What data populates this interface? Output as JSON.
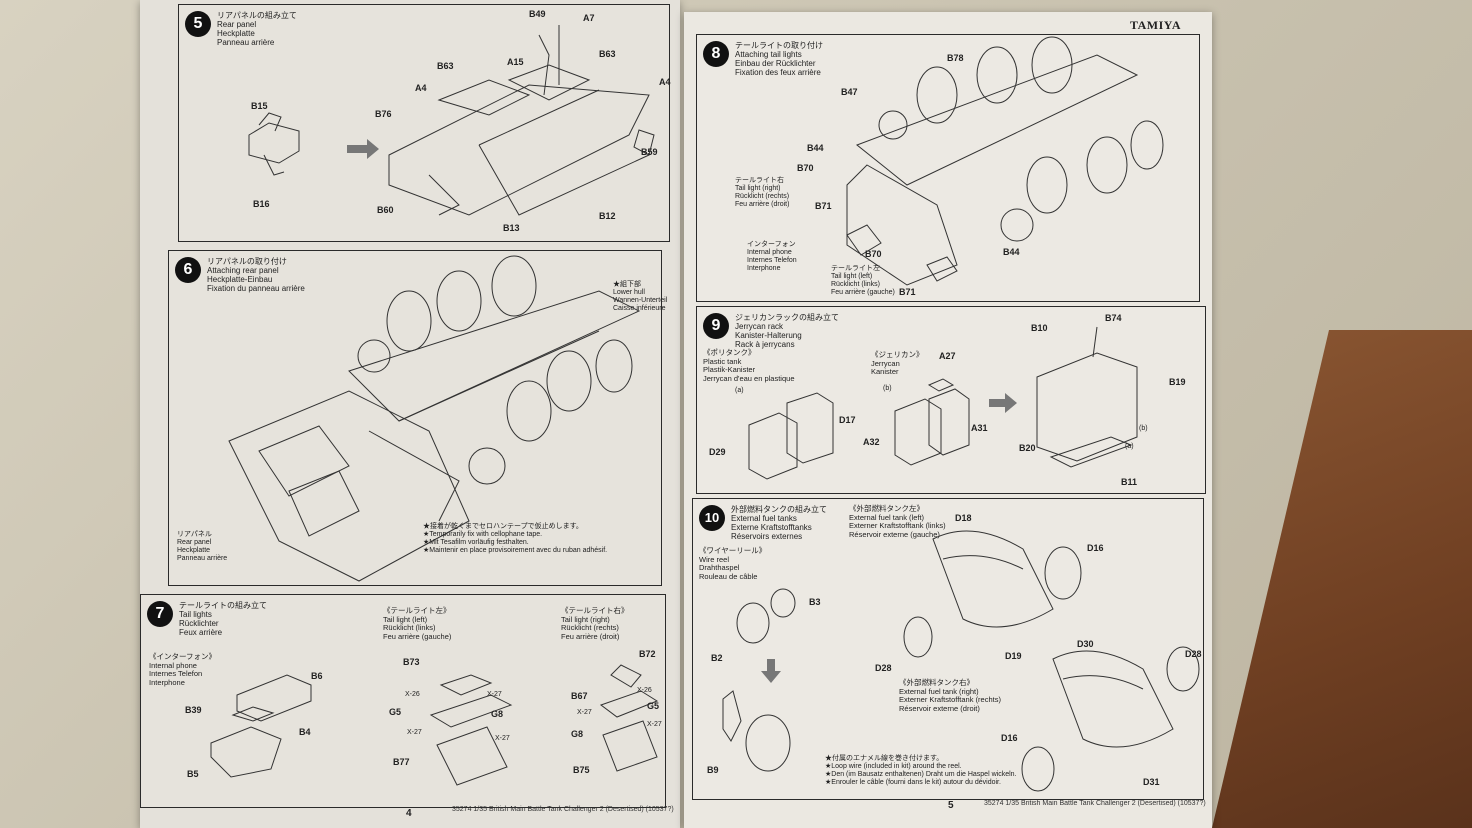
{
  "brand": "TAMIYA",
  "left_page": {
    "page_number": "4",
    "footer": "35274   1/35 British Main Battle Tank Challenger 2 (Desertised)  (10537?)",
    "steps": [
      {
        "number": "5",
        "title": [
          "リアパネルの組み立て",
          "Rear panel",
          "Heckplatte",
          "Panneau arrière"
        ],
        "parts": [
          "B49",
          "A7",
          "B63",
          "A15",
          "B63",
          "A4",
          "A4",
          "B15",
          "B76",
          "B59",
          "B16",
          "B60",
          "B13",
          "B12"
        ]
      },
      {
        "number": "6",
        "title": [
          "リアパネルの取り付け",
          "Attaching rear panel",
          "Heckplatte-Einbau",
          "Fixation du panneau arrière"
        ],
        "callout": [
          "★組下部",
          "Lower hull",
          "Wannen-Unterteil",
          "Caisse inférieure"
        ],
        "label_rear": [
          "リアパネル",
          "Rear panel",
          "Heckplatte",
          "Panneau arrière"
        ],
        "notes": [
          "★接着が乾くまでセロハンテープで仮止めします。",
          "★Temporarily fix with cellophane tape.",
          "★Mit Tesafilm vorläufig festhalten.",
          "★Maintenir en place provisoirement avec du ruban adhésif."
        ]
      },
      {
        "number": "7",
        "title": [
          "テールライトの組み立て",
          "Tail lights",
          "Rücklichter",
          "Feux arrière"
        ],
        "group_interphone": [
          "《インターフォン》",
          "Internal phone",
          "Internes Telefon",
          "Interphone"
        ],
        "group_left": [
          "《テールライト左》",
          "Tail light (left)",
          "Rücklicht (links)",
          "Feu arrière (gauche)"
        ],
        "group_right": [
          "《テールライト右》",
          "Tail light (right)",
          "Rücklicht (rechts)",
          "Feu arrière (droit)"
        ],
        "parts": [
          "B6",
          "B39",
          "B4",
          "B5",
          "B73",
          "X-26",
          "X-27",
          "G5",
          "G8",
          "X-27",
          "X-27",
          "B77",
          "B72",
          "B67",
          "X-27",
          "X-26",
          "G5",
          "G8",
          "X-27",
          "B75"
        ]
      }
    ]
  },
  "right_page": {
    "page_number": "5",
    "footer": "35274   1/35 British Main Battle Tank Challenger 2 (Desertised)  (10537?)",
    "steps": [
      {
        "number": "8",
        "title": [
          "テールライトの取り付け",
          "Attaching tail lights",
          "Einbau der Rücklichter",
          "Fixation des feux arrière"
        ],
        "label_right": [
          "テールライト右",
          "Tail light (right)",
          "Rücklicht (rechts)",
          "Feu arrière (droit)"
        ],
        "label_phone": [
          "インターフォン",
          "Internal phone",
          "Internes Telefon",
          "Interphone"
        ],
        "label_left": [
          "テールライト左",
          "Tail light (left)",
          "Rücklicht (links)",
          "Feu arrière (gauche)"
        ],
        "parts": [
          "B78",
          "B47",
          "B44",
          "B70",
          "B71",
          "B70",
          "B44",
          "B71"
        ]
      },
      {
        "number": "9",
        "title": [
          "ジェリカンラックの組み立て",
          "Jerrycan rack",
          "Kanister-Halterung",
          "Rack à jerrycans"
        ],
        "group_plastic": [
          "《ポリタンク》",
          "Plastic tank",
          "Plastik-Kanister",
          "Jerrycan d'eau en plastique"
        ],
        "group_jerry": [
          "《ジェリカン》",
          "Jerrycan",
          "Kanister"
        ],
        "parts": [
          "(a)",
          "D17",
          "D29",
          "(b)",
          "A27",
          "A32",
          "A31",
          "B10",
          "B74",
          "B19",
          "B20",
          "(b)",
          "(a)",
          "B11"
        ]
      },
      {
        "number": "10",
        "title": [
          "外部燃料タンクの組み立て",
          "External fuel tanks",
          "Externe Kraftstofftanks",
          "Réservoirs externes"
        ],
        "group_wire": [
          "《ワイヤーリール》",
          "Wire reel",
          "Drahthaspel",
          "Rouleau de câble"
        ],
        "group_tank_left": [
          "《外部燃料タンク左》",
          "External fuel tank (left)",
          "Externer Kraftstofftank (links)",
          "Réservoir externe (gauche)"
        ],
        "group_tank_right": [
          "《外部燃料タンク右》",
          "External fuel tank (right)",
          "Externer Kraftstofftank (rechts)",
          "Réservoir externe (droit)"
        ],
        "notes": [
          "★付属のエナメル線を巻き付けます。",
          "★Loop wire (included in kit) around the reel.",
          "★Den (im Bausatz enthaltenen) Draht um die Haspel wickeln.",
          "★Enrouler le câble (fourni dans le kit) autour du dévidoir."
        ],
        "parts": [
          "D18",
          "D16",
          "B3",
          "B2",
          "D19",
          "D28",
          "D30",
          "D28",
          "B9",
          "D16",
          "D31"
        ]
      }
    ]
  },
  "colors": {
    "ink": "#222222",
    "paper": "#e9e6df",
    "badge": "#111111"
  }
}
